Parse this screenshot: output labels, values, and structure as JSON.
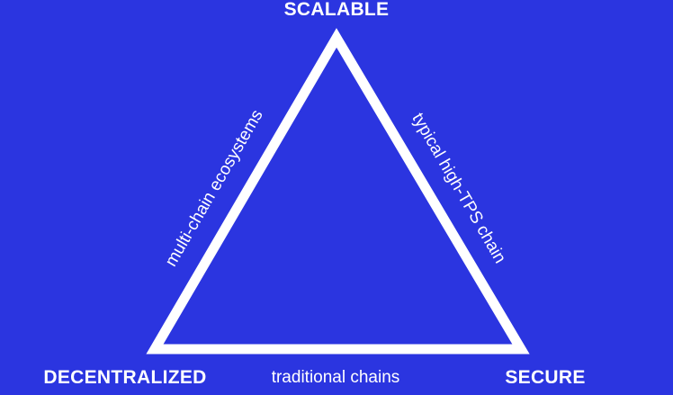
{
  "colors": {
    "background": "#2b35e0",
    "foreground": "#ffffff"
  },
  "vertices": {
    "top": "SCALABLE",
    "bottom_left": "DECENTRALIZED",
    "bottom_right": "SECURE"
  },
  "edges": {
    "left": "multi-chain ecosystems",
    "right": "typical high-TPS chain",
    "bottom": "traditional chains"
  }
}
